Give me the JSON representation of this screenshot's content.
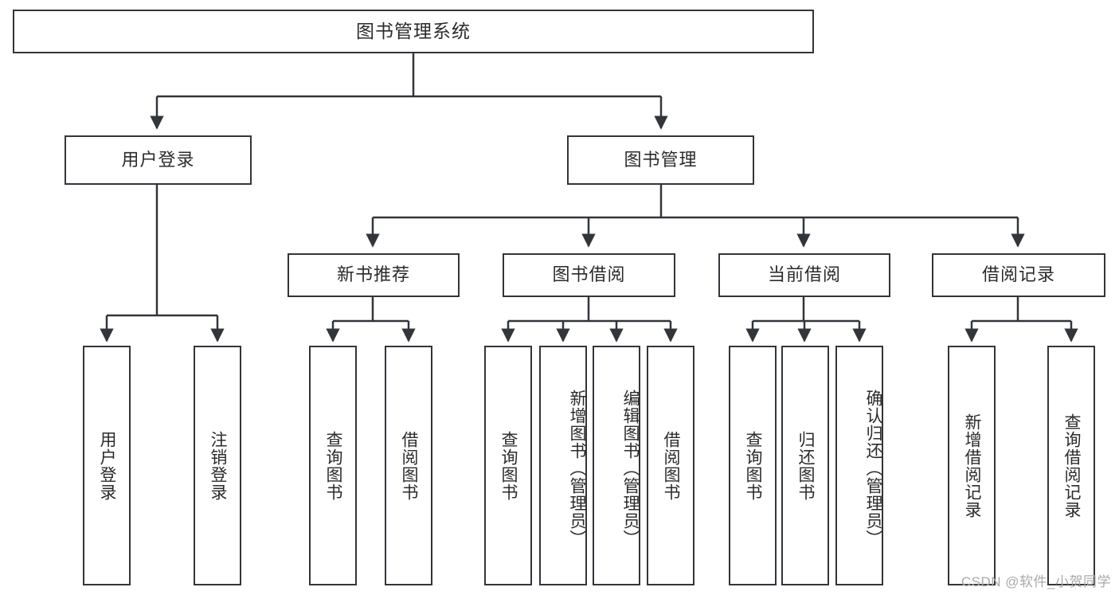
{
  "diagram": {
    "type": "tree-hierarchy",
    "title": "图书管理系统",
    "levels": 4,
    "root": {
      "label": "图书管理系统"
    },
    "level2": [
      {
        "label": "用户登录"
      },
      {
        "label": "图书管理"
      }
    ],
    "level3": [
      {
        "label": "新书推荐",
        "parent": "图书管理"
      },
      {
        "label": "图书借阅",
        "parent": "图书管理"
      },
      {
        "label": "当前借阅",
        "parent": "图书管理"
      },
      {
        "label": "借阅记录",
        "parent": "图书管理"
      }
    ],
    "leaves": [
      {
        "label": "用户登录",
        "parent": "用户登录"
      },
      {
        "label": "注销登录",
        "parent": "用户登录"
      },
      {
        "label": "查询图书",
        "parent": "新书推荐"
      },
      {
        "label": "借阅图书",
        "parent": "新书推荐"
      },
      {
        "label": "查询图书",
        "parent": "图书借阅"
      },
      {
        "label": "新增图书（管理员）",
        "parent": "图书借阅"
      },
      {
        "label": "编辑图书（管理员）",
        "parent": "图书借阅"
      },
      {
        "label": "借阅图书",
        "parent": "图书借阅"
      },
      {
        "label": "查询图书",
        "parent": "当前借阅"
      },
      {
        "label": "归还图书",
        "parent": "当前借阅"
      },
      {
        "label": "确认归还（管理员）",
        "parent": "当前借阅"
      },
      {
        "label": "新增借阅记录",
        "parent": "借阅记录"
      },
      {
        "label": "查询借阅记录",
        "parent": "借阅记录"
      }
    ]
  },
  "watermark": {
    "text": "CSDN @软件_小贺同学"
  },
  "colors": {
    "stroke": "#32353a",
    "fill": "#ffffff",
    "text": "#2b2b2b",
    "watermark": "#a9a9a9"
  }
}
